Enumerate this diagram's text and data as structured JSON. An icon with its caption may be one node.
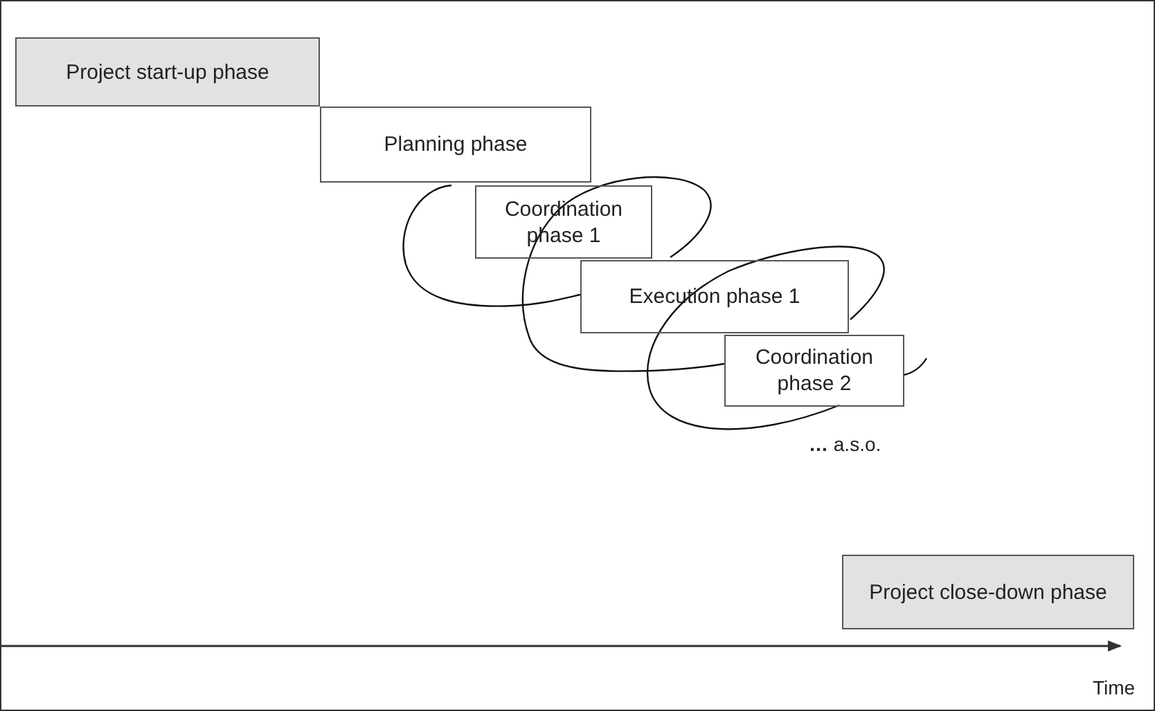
{
  "diagram": {
    "nodes": [
      {
        "text": [
          "Project start-up phase"
        ]
      },
      {
        "text": [
          "Planning phase"
        ]
      },
      {
        "text": [
          "Coordination phase 1"
        ]
      },
      {
        "text": [
          "Execution phase 1"
        ]
      },
      {
        "text": [
          "Coordination phase 2"
        ]
      },
      {
        "text": [
          "Project close-down phase"
        ]
      }
    ],
    "labels": [
      "**…** a.s.o.",
      "Time"
    ]
  }
}
